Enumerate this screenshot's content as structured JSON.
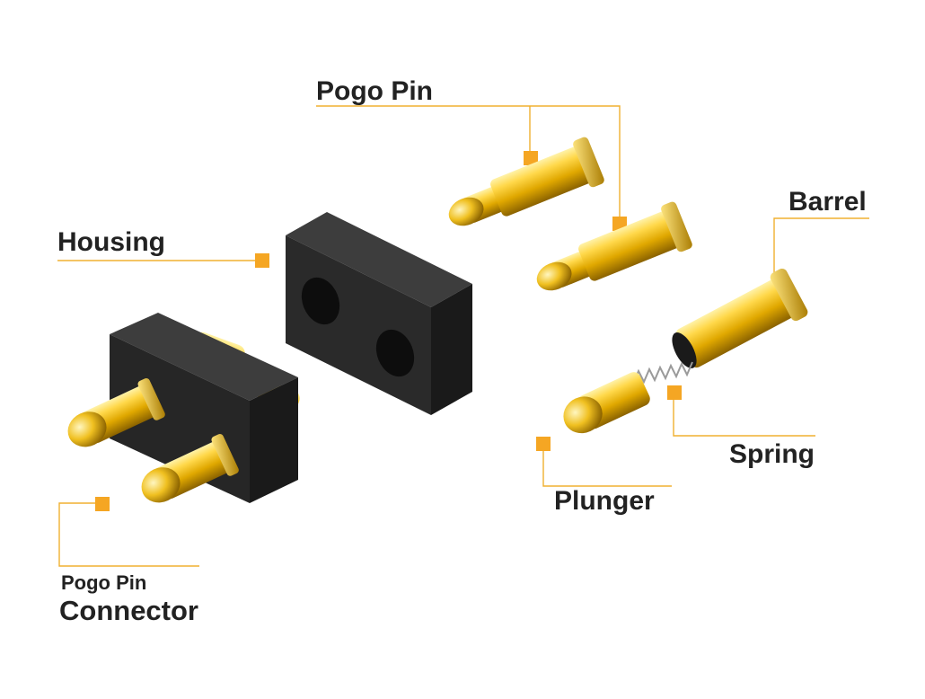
{
  "labels": {
    "pogo_pin": "Pogo Pin",
    "barrel": "Barrel",
    "housing": "Housing",
    "spring": "Spring",
    "plunger": "Plunger",
    "connector_line1": "Pogo Pin",
    "connector_line2": "Connector"
  },
  "colors": {
    "accent": "#f5a623",
    "leader_line": "#f0b030",
    "gold_light": "#ffe680",
    "gold_mid": "#e8b400",
    "gold_dark": "#8a6200",
    "housing_face": "#2a2a2a",
    "housing_top": "#3d3d3d",
    "housing_side": "#1a1a1a",
    "label_text": "#222222"
  }
}
